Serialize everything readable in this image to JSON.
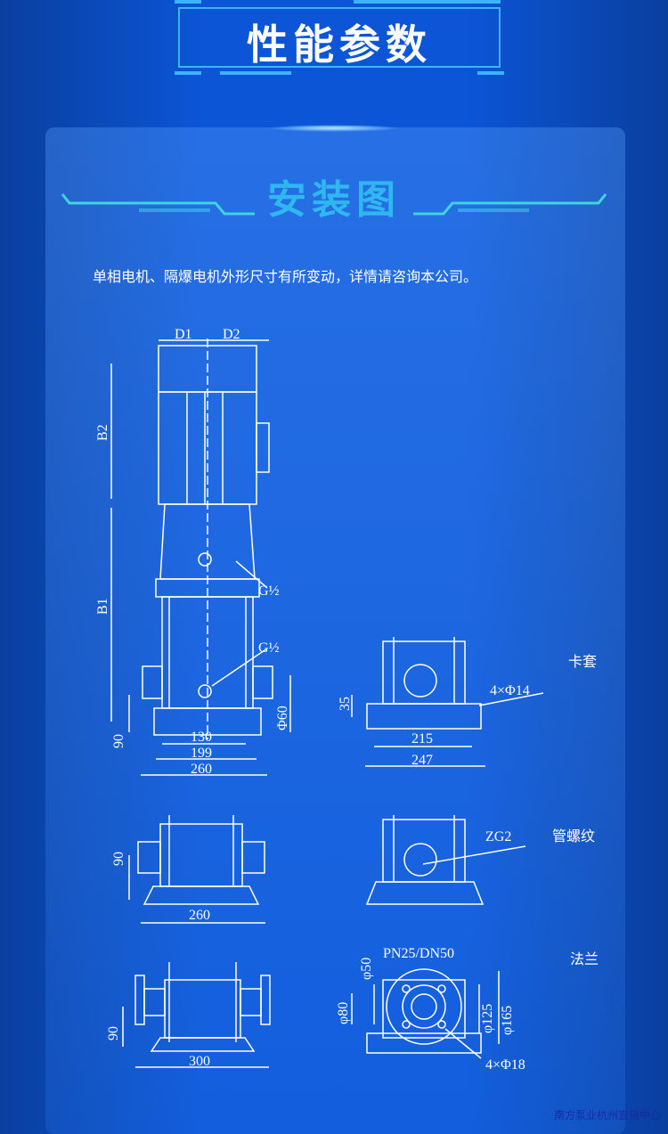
{
  "header": {
    "title": "性能参数"
  },
  "section": {
    "title": "安装图",
    "note": "单相电机、隔爆电机外形尺寸有所变动，详情请咨询本公司。"
  },
  "drawing": {
    "main": {
      "d1": "D1",
      "d2": "D2",
      "b2": "B2",
      "b1": "B1",
      "g_top": "G½",
      "g_bottom": "G½",
      "h90": "90",
      "w130": "130",
      "w199": "199",
      "w260": "260",
      "phi60": "Φ60"
    },
    "ferrule": {
      "label": "卡套",
      "h35": "35",
      "holes": "4×Φ14",
      "w215": "215",
      "w247": "247"
    },
    "thread": {
      "label": "管螺纹",
      "zg": "ZG2",
      "h90": "90",
      "w260": "260"
    },
    "flange": {
      "label": "法兰",
      "pn": "PN25/DN50",
      "phi50": "φ50",
      "phi80": "φ80",
      "phi125": "φ125",
      "phi165": "φ165",
      "holes": "4×Φ18",
      "h90": "90",
      "w300": "300"
    }
  },
  "footer": {
    "text": "南方泵业杭州直销中心"
  }
}
